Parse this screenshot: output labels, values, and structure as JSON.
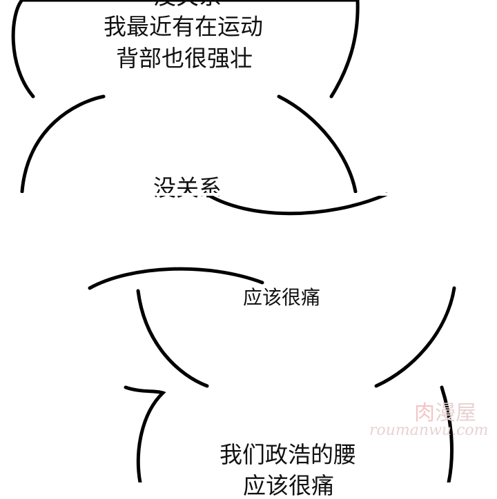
{
  "panels": [
    {
      "lines": [
        "没关系",
        "我最近有在运动",
        "背部也很强壮"
      ]
    },
    {
      "text": "没关系"
    },
    {
      "text": "应该很痛"
    },
    {
      "lines": [
        "我们政浩的腰",
        "应该很痛"
      ]
    }
  ],
  "watermark": {
    "brand": "漫屋",
    "brand_prefix": "肉",
    "site": "roumanwu.com"
  }
}
